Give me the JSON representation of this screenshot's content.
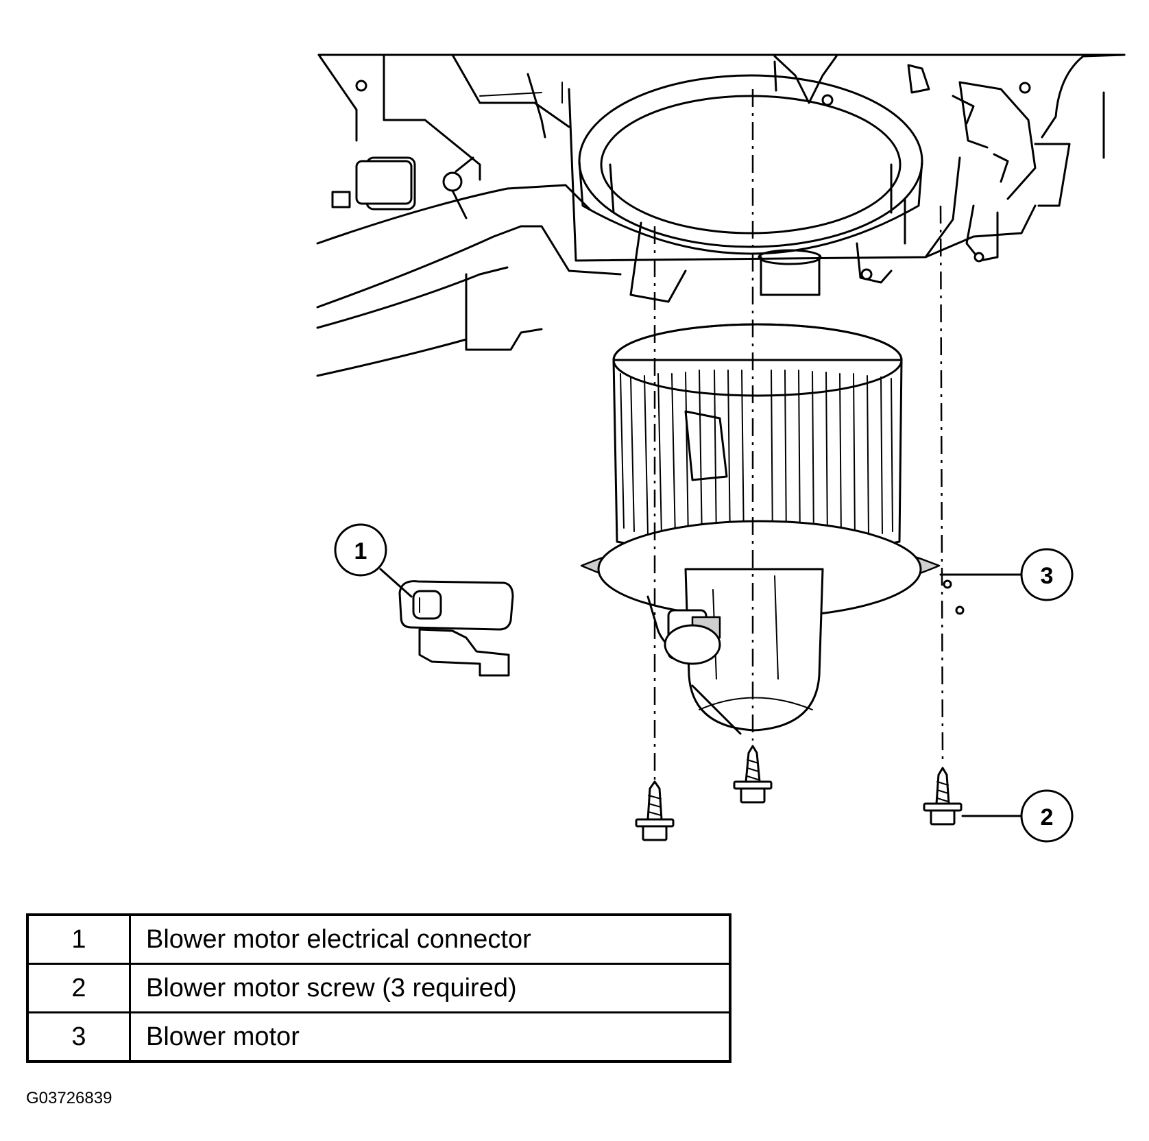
{
  "callouts": [
    {
      "number": "1"
    },
    {
      "number": "2"
    },
    {
      "number": "3"
    }
  ],
  "legend": {
    "rows": [
      {
        "number": "1",
        "description": "Blower motor electrical connector"
      },
      {
        "number": "2",
        "description": "Blower motor screw (3 required)"
      },
      {
        "number": "3",
        "description": "Blower motor"
      }
    ]
  },
  "figure_id": "G03726839"
}
